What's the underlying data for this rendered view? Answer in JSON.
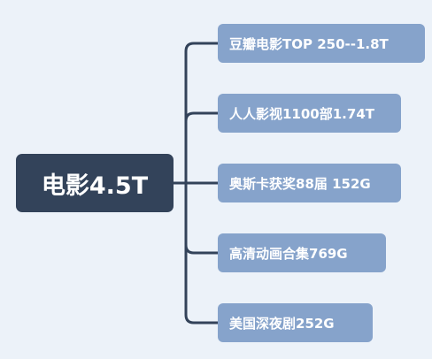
{
  "mindmap": {
    "root": {
      "label": "电影4.5T"
    },
    "children": [
      {
        "label": "豆瓣电影TOP 250--1.8T"
      },
      {
        "label": "人人影视1100部1.74T"
      },
      {
        "label": "奥斯卡获奖88届 152G"
      },
      {
        "label": "高清动画合集769G"
      },
      {
        "label": "美国深夜剧252G"
      }
    ]
  },
  "colors": {
    "background": "#ecf2f9",
    "root_fill": "#33435a",
    "child_fill": "#86a3cb",
    "connector": "#33435a",
    "text": "#ffffff"
  }
}
